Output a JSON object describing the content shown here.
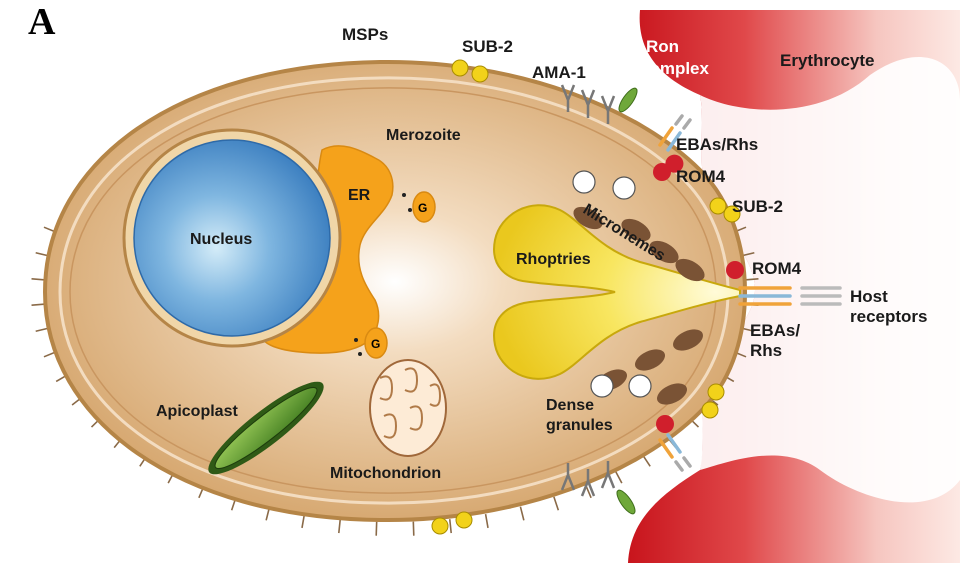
{
  "panel_letter": "A",
  "labels": {
    "msps": "MSPs",
    "sub2_top": "SUB-2",
    "ama1": "AMA-1",
    "ron_line1": "Ron",
    "ron_line2": "complex",
    "erythrocyte": "Erythrocyte",
    "merozoite": "Merozoite",
    "ebas_rhs_top": "EBAs/Rhs",
    "rom4_top": "ROM4",
    "sub2_right": "SUB-2",
    "er": "ER",
    "g_top": "G",
    "g_bottom": "G",
    "nucleus": "Nucleus",
    "micronemes": "Micronemes",
    "rhoptries": "Rhoptries",
    "rom4_right": "ROM4",
    "host_line1": "Host",
    "host_line2": "receptors",
    "ebas_line1": "EBAs/",
    "ebas_line2": "Rhs",
    "apicoplast": "Apicoplast",
    "dense_line1": "Dense",
    "dense_line2": "granules",
    "mitochondrion": "Mitochondrion"
  },
  "colors": {
    "cell_fill": "#dcb07c",
    "cell_outline": "#b58547",
    "nucleus": "#5d9bd0",
    "er": "#f5a21b",
    "rhoptries": "#f4dc3a",
    "micronemes": "#7a5335",
    "erythrocyte": "#d8262a",
    "apicoplast": "#4e8a28",
    "rom4": "#d01f2c",
    "sub2": "#f2d21a"
  }
}
